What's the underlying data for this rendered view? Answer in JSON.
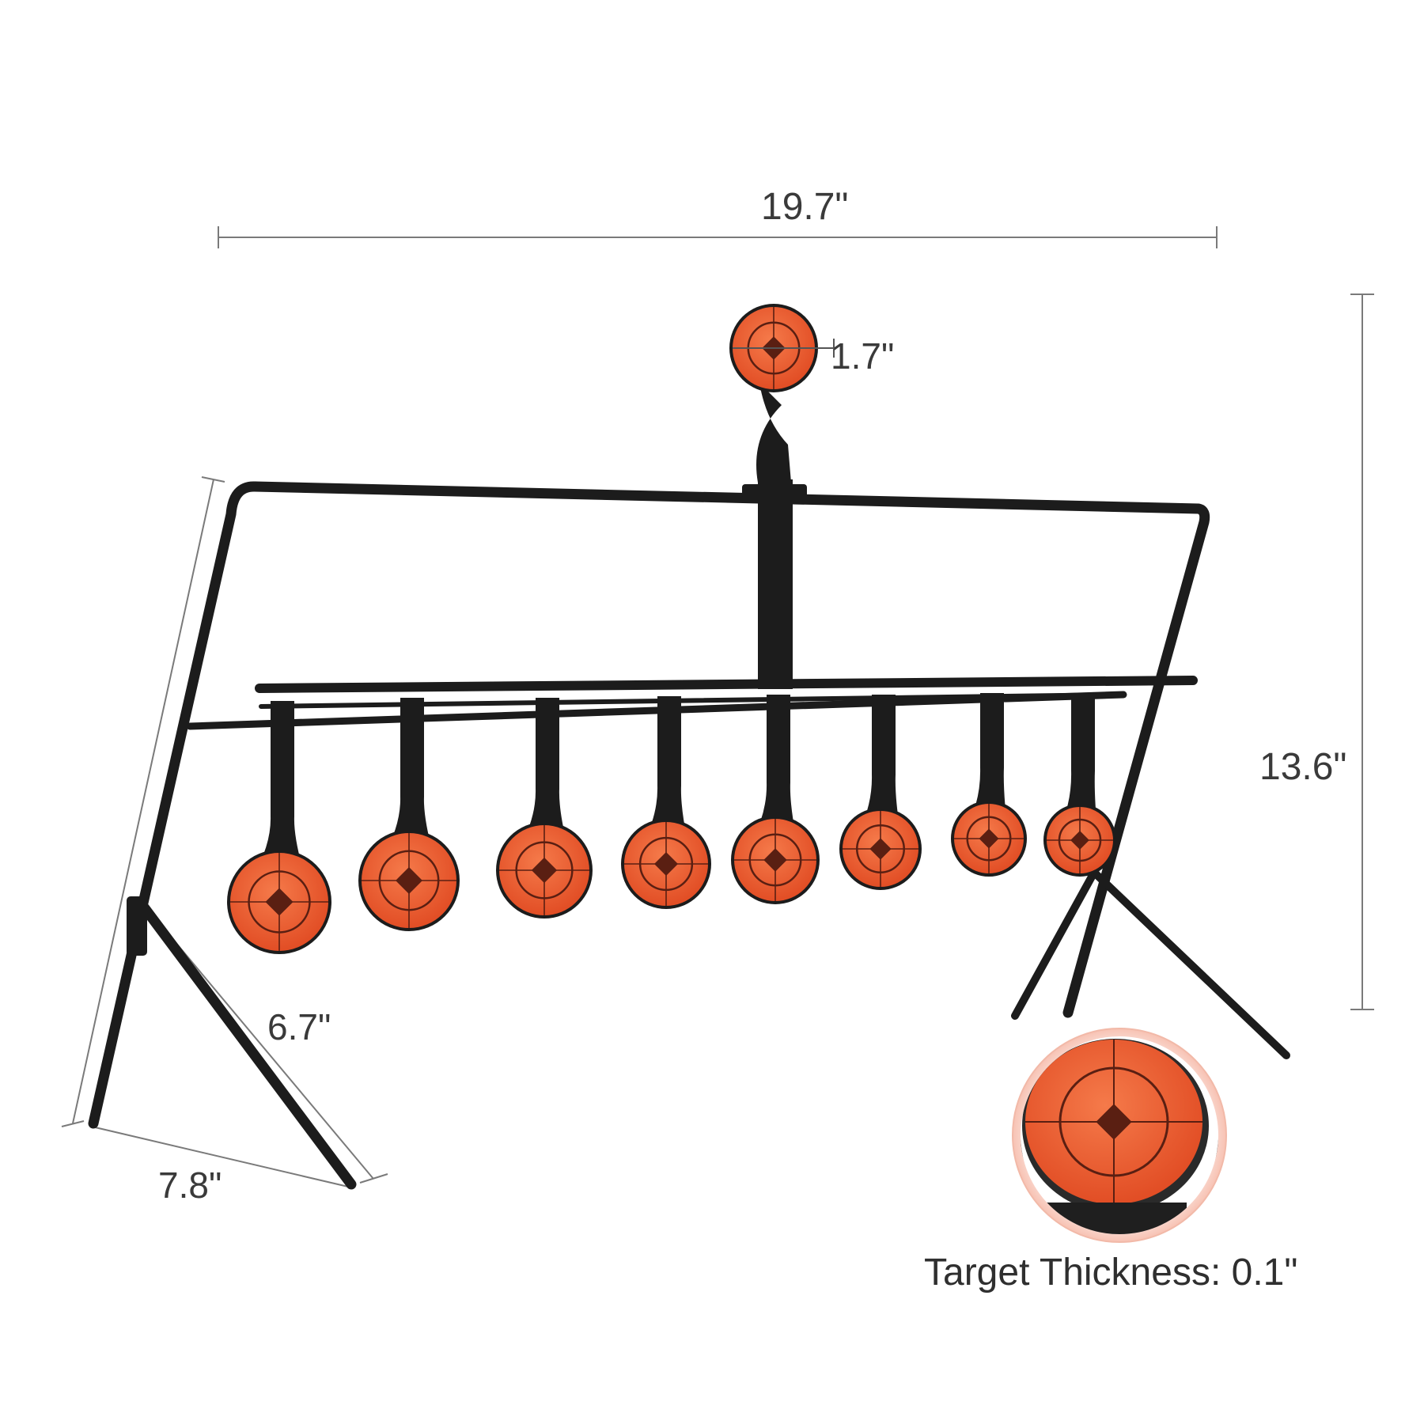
{
  "dimensions": {
    "width": "19.7\"",
    "plate_diameter": "1.7\"",
    "height": "13.6\"",
    "leg_length": "6.7\"",
    "base_depth": "7.8\""
  },
  "detail": {
    "thickness_label": "Target Thickness: 0.1\""
  },
  "target_count": 9,
  "colors": {
    "frame": "#1c1c1c",
    "target_orange": "#e8502a",
    "target_orange_light": "#f26a3a",
    "reticle": "#5a1f12",
    "dimension_line": "#7a7a7a",
    "label_text": "#3a3a3a",
    "detail_glow": "#f3b7a6"
  }
}
